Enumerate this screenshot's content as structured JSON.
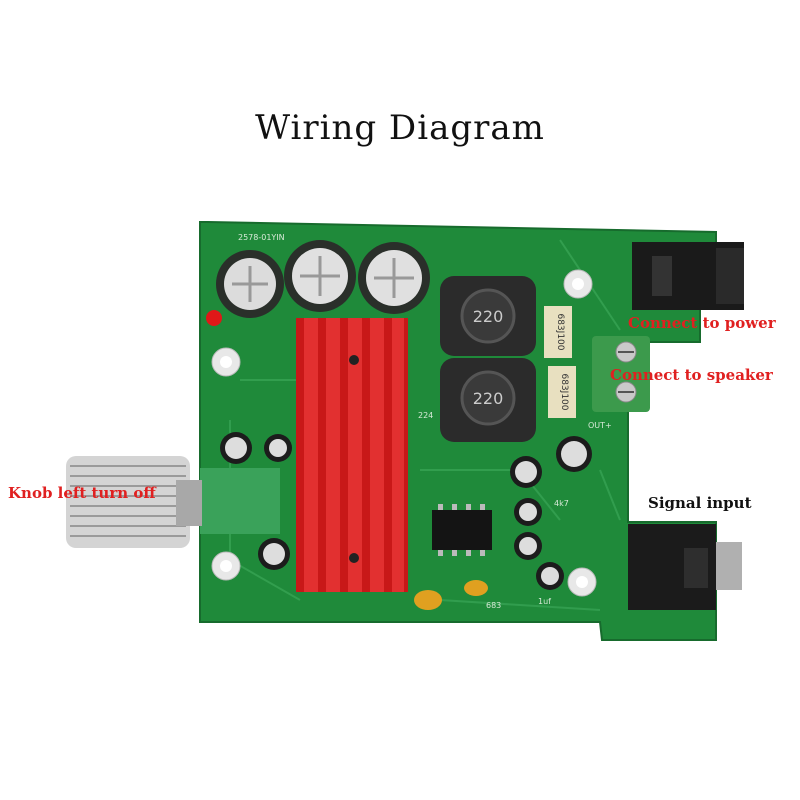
{
  "diagram": {
    "title": "Wiring Diagram",
    "labels": {
      "power": "Connect to power",
      "speaker": "Connect to speaker",
      "signal": "Signal input",
      "knob": "Knob left turn off"
    },
    "board_markings": {
      "inductor_top": "220",
      "inductor_bottom": "220",
      "cap_1": "683J100",
      "cap_2": "683J100",
      "out_plus": "OUT+",
      "pcb_id": "2578-01YIN",
      "code_683": "683",
      "code_4k7": "4k7",
      "code_1uf": "1uf",
      "code_224": "224"
    },
    "colors": {
      "pcb": "#1f8a3a",
      "heatsink": "#d42020",
      "label_red": "#e02020"
    }
  }
}
